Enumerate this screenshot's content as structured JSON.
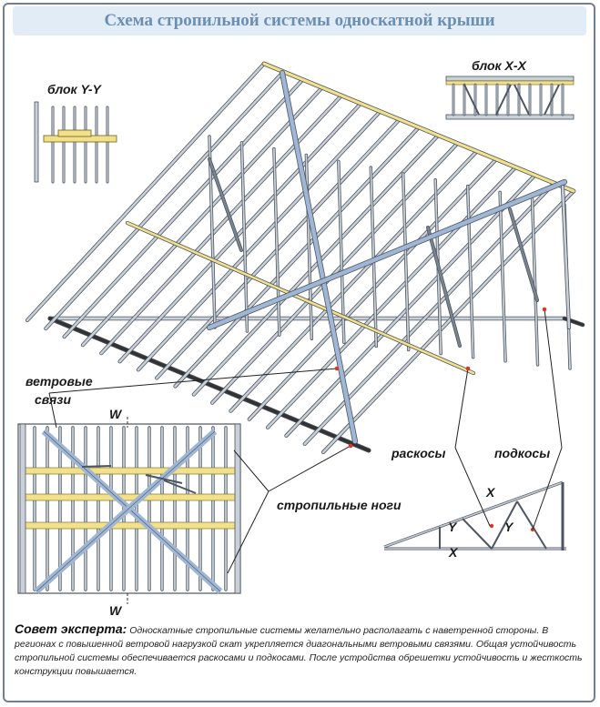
{
  "title": "Схема стропильной системы односкатной крыши",
  "labels": {
    "block_yy": "блок Y-Y",
    "block_xx": "блок X-X",
    "wind_ties_1": "ветровые",
    "wind_ties_2": "связи",
    "struts": "раскосы",
    "braces": "подкосы",
    "rafter_legs": "стропильные ноги",
    "w_top": "W",
    "w_bottom": "W",
    "x_top": "X",
    "x_bottom": "X",
    "y_left": "Y",
    "y_right": "Y"
  },
  "advice": {
    "heading": "Совет эксперта:",
    "text": "Односкатные стропильные системы желательно располагать с наветренной стороны. В регионах с повышенной ветровой нагрузкой скат укрепляется диагональными ветровыми связями. Общая устойчивость стропильной системы обеспечивается раскосами и подкосами. После устройства обрешетки устойчивость и жесткость конструкции повышается."
  },
  "colors": {
    "steel": "#c9d0d8",
    "steel_edge": "#4c5560",
    "wind_tie": "#9fb6d4",
    "purlin": "#f2e08a",
    "title_bg": "#e2ecf7",
    "title_text": "#6b8fb3",
    "marker": "#d23a2a"
  }
}
